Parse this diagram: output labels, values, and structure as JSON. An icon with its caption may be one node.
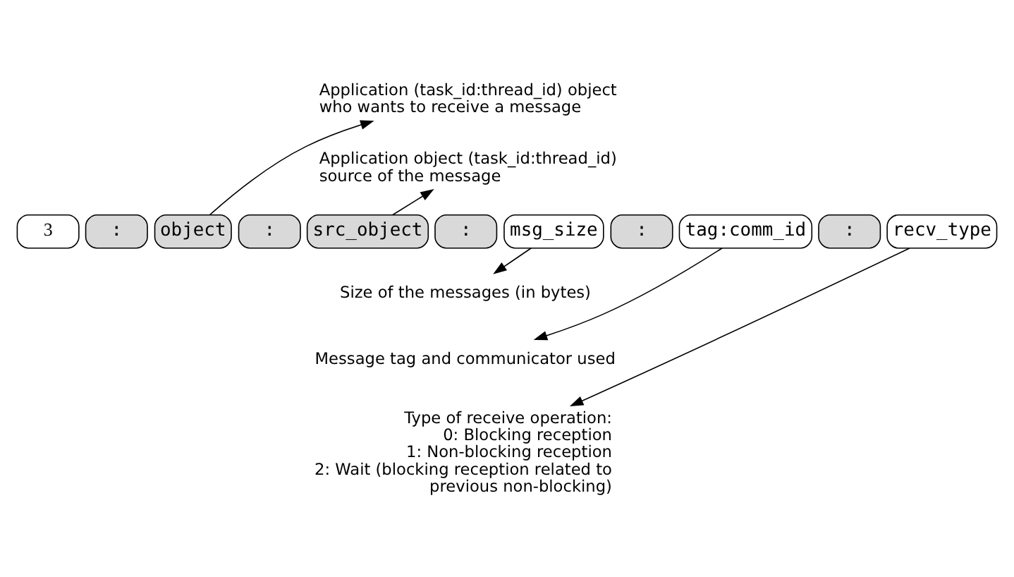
{
  "diagram": {
    "nodes": [
      {
        "text": [
          "3"
        ]
      },
      {
        "text": [
          ":"
        ]
      },
      {
        "text": [
          "object"
        ]
      },
      {
        "text": [
          ":"
        ]
      },
      {
        "text": [
          "src_object"
        ]
      },
      {
        "text": [
          ":"
        ]
      },
      {
        "text": [
          "msg_size"
        ]
      },
      {
        "text": [
          ":"
        ]
      },
      {
        "text": [
          "tag:comm_id"
        ]
      },
      {
        "text": [
          ":"
        ]
      },
      {
        "text": [
          "recv_type"
        ]
      },
      {
        "text": [
          "Application (task_id:thread_id) object who wants to receive a message"
        ]
      },
      {
        "text": [
          "Application object (task_id:thread_id) source of the message"
        ]
      },
      {
        "text": [
          "Size of the messages (in bytes)"
        ]
      },
      {
        "text": [
          "Message tag and communicator used"
        ]
      },
      {
        "text": [
          "Type of receive operation:",
          "0: Blocking reception",
          "1: Non-blocking reception",
          "2: Wait (blocking reception related to previous non-blocking)"
        ]
      }
    ],
    "edges": [
      {
        "from": 2,
        "to": 11,
        "arrow": "to"
      },
      {
        "from": 4,
        "to": 12,
        "arrow": "to"
      },
      {
        "from": 6,
        "to": 13,
        "arrow": "to"
      },
      {
        "from": 8,
        "to": 14,
        "arrow": "to"
      },
      {
        "from": 10,
        "to": 15,
        "arrow": "to"
      }
    ]
  }
}
